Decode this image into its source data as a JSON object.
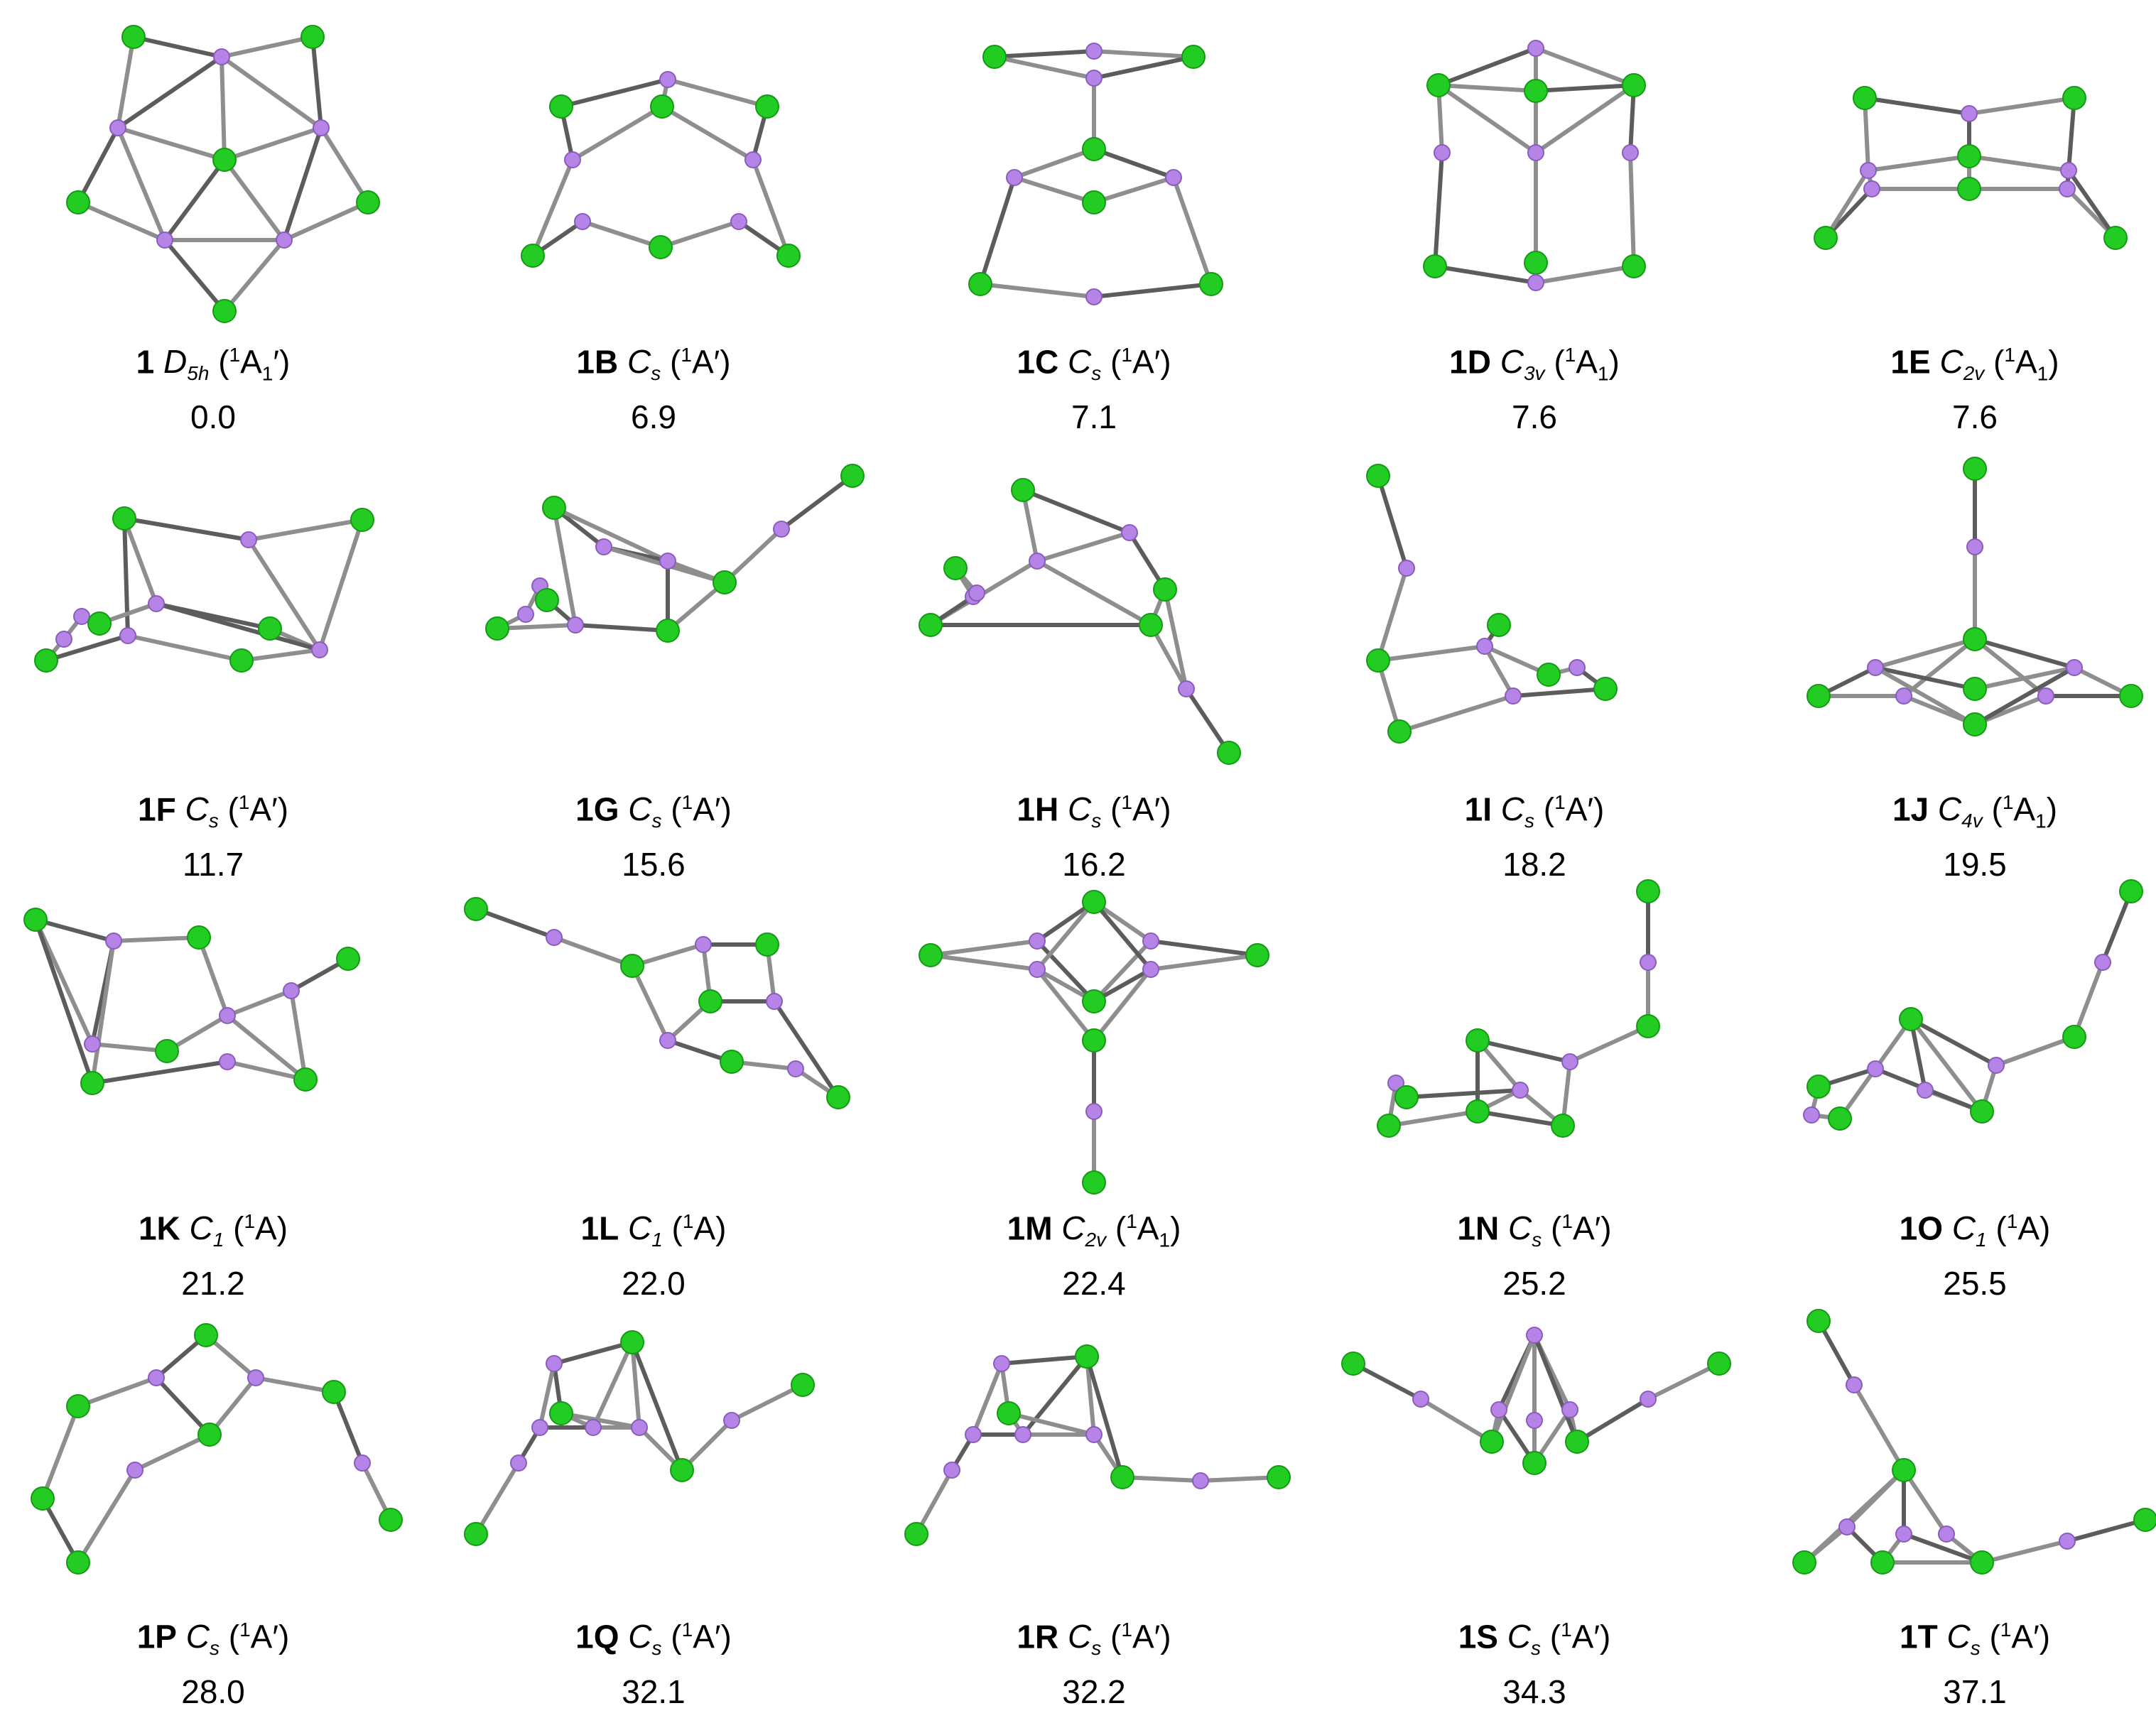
{
  "colors": {
    "atom_a": "#22cc22",
    "atom_b": "#b684e6",
    "bond": "#8e8e8e"
  },
  "structures": [
    {
      "label": "1",
      "sym": "D",
      "sym_sub": "5h",
      "state_sup": "1",
      "state": "A",
      "state_sub": "1",
      "state_prime": "′",
      "energy": "0.0"
    },
    {
      "label": "1B",
      "sym": "C",
      "sym_sub": "s",
      "state_sup": "1",
      "state": "A",
      "state_sub": "",
      "state_prime": "′",
      "energy": "6.9"
    },
    {
      "label": "1C",
      "sym": "C",
      "sym_sub": "s",
      "state_sup": "1",
      "state": "A",
      "state_sub": "",
      "state_prime": "′",
      "energy": "7.1"
    },
    {
      "label": "1D",
      "sym": "C",
      "sym_sub": "3v",
      "state_sup": "1",
      "state": "A",
      "state_sub": "1",
      "state_prime": "",
      "energy": "7.6"
    },
    {
      "label": "1E",
      "sym": "C",
      "sym_sub": "2v",
      "state_sup": "1",
      "state": "A",
      "state_sub": "1",
      "state_prime": "",
      "energy": "7.6"
    },
    {
      "label": "1F",
      "sym": "C",
      "sym_sub": "s",
      "state_sup": "1",
      "state": "A",
      "state_sub": "",
      "state_prime": "′",
      "energy": "11.7"
    },
    {
      "label": "1G",
      "sym": "C",
      "sym_sub": "s",
      "state_sup": "1",
      "state": "A",
      "state_sub": "",
      "state_prime": "′",
      "energy": "15.6"
    },
    {
      "label": "1H",
      "sym": "C",
      "sym_sub": "s",
      "state_sup": "1",
      "state": "A",
      "state_sub": "",
      "state_prime": "′",
      "energy": "16.2"
    },
    {
      "label": "1I",
      "sym": "C",
      "sym_sub": "s",
      "state_sup": "1",
      "state": "A",
      "state_sub": "",
      "state_prime": "′",
      "energy": "18.2"
    },
    {
      "label": "1J",
      "sym": "C",
      "sym_sub": "4v",
      "state_sup": "1",
      "state": "A",
      "state_sub": "1",
      "state_prime": "",
      "energy": "19.5"
    },
    {
      "label": "1K",
      "sym": "C",
      "sym_sub": "1",
      "state_sup": "1",
      "state": "A",
      "state_sub": "",
      "state_prime": "",
      "energy": "21.2"
    },
    {
      "label": "1L",
      "sym": "C",
      "sym_sub": "1",
      "state_sup": "1",
      "state": "A",
      "state_sub": "",
      "state_prime": "",
      "energy": "22.0"
    },
    {
      "label": "1M",
      "sym": "C",
      "sym_sub": "2v",
      "state_sup": "1",
      "state": "A",
      "state_sub": "1",
      "state_prime": "",
      "energy": "22.4"
    },
    {
      "label": "1N",
      "sym": "C",
      "sym_sub": "s",
      "state_sup": "1",
      "state": "A",
      "state_sub": "",
      "state_prime": "′",
      "energy": "25.2"
    },
    {
      "label": "1O",
      "sym": "C",
      "sym_sub": "1",
      "state_sup": "1",
      "state": "A",
      "state_sub": "",
      "state_prime": "",
      "energy": "25.5"
    },
    {
      "label": "1P",
      "sym": "C",
      "sym_sub": "s",
      "state_sup": "1",
      "state": "A",
      "state_sub": "",
      "state_prime": "′",
      "energy": "28.0"
    },
    {
      "label": "1Q",
      "sym": "C",
      "sym_sub": "s",
      "state_sup": "1",
      "state": "A",
      "state_sub": "",
      "state_prime": "′",
      "energy": "32.1"
    },
    {
      "label": "1R",
      "sym": "C",
      "sym_sub": "s",
      "state_sup": "1",
      "state": "A",
      "state_sub": "",
      "state_prime": "′",
      "energy": "32.2"
    },
    {
      "label": "1S",
      "sym": "C",
      "sym_sub": "s",
      "state_sup": "1",
      "state": "A",
      "state_sub": "",
      "state_prime": "′",
      "energy": "34.3"
    },
    {
      "label": "1T",
      "sym": "C",
      "sym_sub": "s",
      "state_sup": "1",
      "state": "A",
      "state_sub": "",
      "state_prime": "′",
      "energy": "37.1"
    }
  ]
}
